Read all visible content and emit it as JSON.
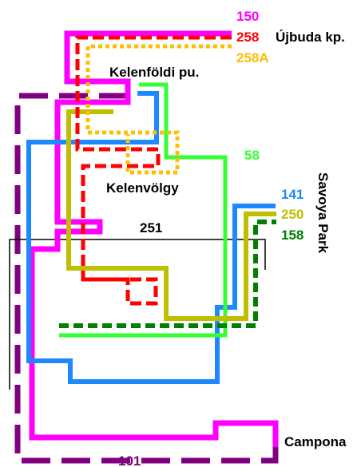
{
  "stops": {
    "ujbuda": "Újbuda kp.",
    "kelenfoldi": "Kelenföldi pu.",
    "kelenvolgy": "Kelenvölgy",
    "savoya": "Savoya Park",
    "campona": "Campona"
  },
  "routes": [
    {
      "id": "r150",
      "number": "150",
      "color": "#ff00ff",
      "style": "solid"
    },
    {
      "id": "r258",
      "number": "258",
      "color": "#ff0000",
      "style": "dashed"
    },
    {
      "id": "r258a",
      "number": "258A",
      "color": "#ffbf00",
      "style": "dotted"
    },
    {
      "id": "r58",
      "number": "58",
      "color": "#00ff00",
      "style": "solid"
    },
    {
      "id": "r141",
      "number": "141",
      "color": "#0080ff",
      "style": "solid"
    },
    {
      "id": "r250",
      "number": "250",
      "color": "#bfbf00",
      "style": "solid"
    },
    {
      "id": "r158",
      "number": "158",
      "color": "#007f00",
      "style": "dashed"
    },
    {
      "id": "r251",
      "number": "251",
      "color": "#000000",
      "style": "thin"
    },
    {
      "id": "r101",
      "number": "101",
      "color": "#800080",
      "style": "dashed"
    }
  ]
}
